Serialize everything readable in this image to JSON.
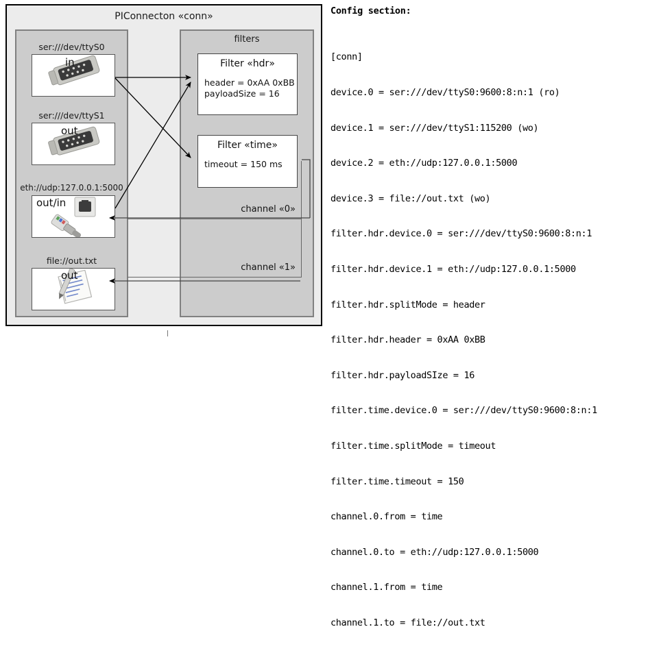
{
  "diagram": {
    "title": "PIConnecton «conn»",
    "devices_panel": {
      "title": "",
      "devices": [
        {
          "label": "ser:///dev/ttyS0",
          "io": "in",
          "icon": "serial-port-icon"
        },
        {
          "label": "ser:///dev/ttyS1",
          "io": "out",
          "icon": "serial-port-icon"
        },
        {
          "label": "eth://udp:127.0.0.1:5000",
          "io": "out/in",
          "icon": "ethernet-port-icon"
        },
        {
          "label": "file://out.txt",
          "io": "out",
          "icon": "text-document-icon"
        }
      ]
    },
    "filters_panel": {
      "title": "filters",
      "filters": [
        {
          "title": "Filter «hdr»",
          "lines": [
            "header = 0xAA 0xBB",
            "payloadSize = 16"
          ]
        },
        {
          "title": "Filter «time»",
          "lines": [
            "timeout = 150 ms"
          ]
        }
      ],
      "channels": [
        {
          "label": "channel «0»"
        },
        {
          "label": "channel «1»"
        }
      ]
    }
  },
  "config": {
    "heading": "Config section:",
    "lines": [
      "[conn]",
      "device.0 = ser:///dev/ttyS0:9600:8:n:1 (ro)",
      "device.1 = ser:///dev/ttyS1:115200 (wo)",
      "device.2 = eth://udp:127.0.0.1:5000",
      "device.3 = file://out.txt (wo)",
      "filter.hdr.device.0 = ser:///dev/ttyS0:9600:8:n:1",
      "filter.hdr.device.1 = eth://udp:127.0.0.1:5000",
      "filter.hdr.splitMode = header",
      "filter.hdr.header = 0xAA 0xBB",
      "filter.hdr.payloadSIze = 16",
      "filter.time.device.0 = ser:///dev/ttyS0:9600:8:n:1",
      "filter.time.splitMode = timeout",
      "filter.time.timeout = 150",
      "channel.0.from = time",
      "channel.0.to = eth://udp:127.0.0.1:5000",
      "channel.1.from = time",
      "channel.1.to = file://out.txt"
    ]
  },
  "colors": {
    "outer_bg": "#ececec",
    "panel_bg": "#cccccc",
    "box_bg": "#ffffff",
    "stroke": "#000000"
  }
}
